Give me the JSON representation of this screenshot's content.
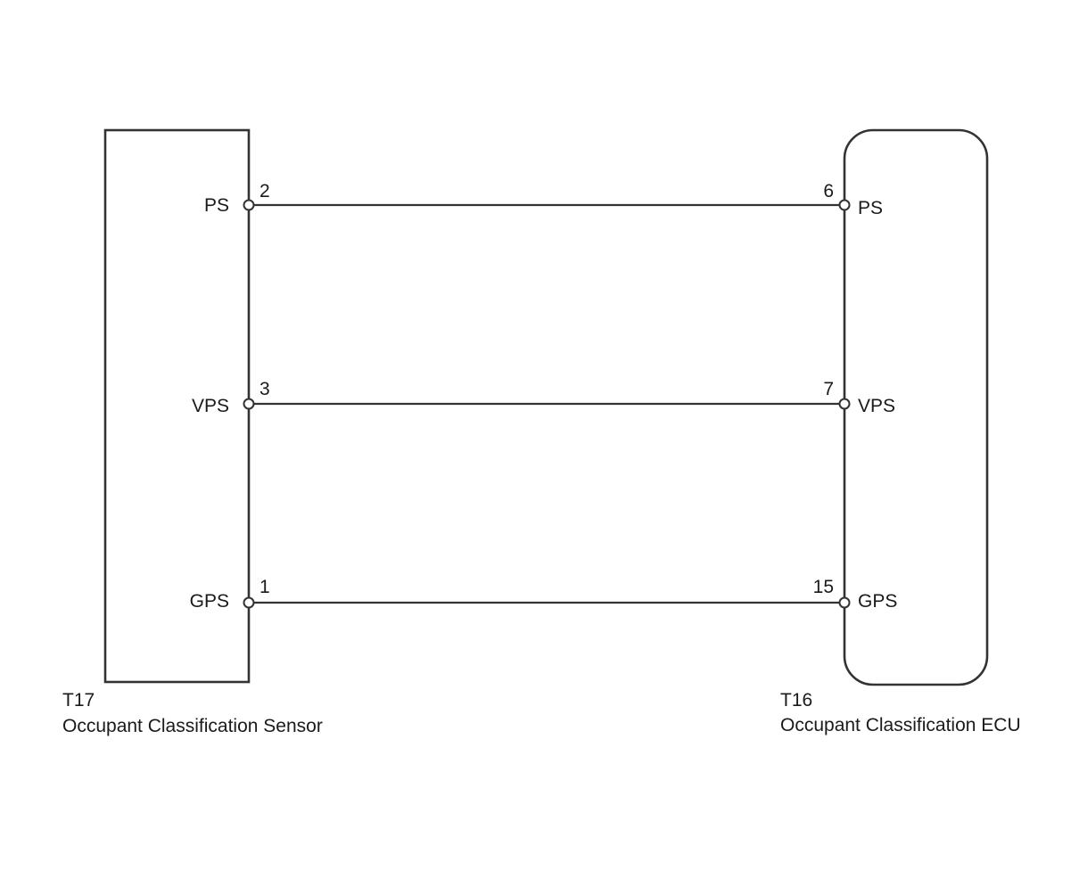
{
  "left_component": {
    "code": "T17",
    "name": "Occupant Classification Sensor"
  },
  "right_component": {
    "code": "T16",
    "name": "Occupant Classification ECU"
  },
  "wires": [
    {
      "signal": "PS",
      "left_pin": "2",
      "right_pin": "6",
      "right_signal": "PS"
    },
    {
      "signal": "VPS",
      "left_pin": "3",
      "right_pin": "7",
      "right_signal": "VPS"
    },
    {
      "signal": "GPS",
      "left_pin": "1",
      "right_pin": "15",
      "right_signal": "GPS"
    }
  ]
}
